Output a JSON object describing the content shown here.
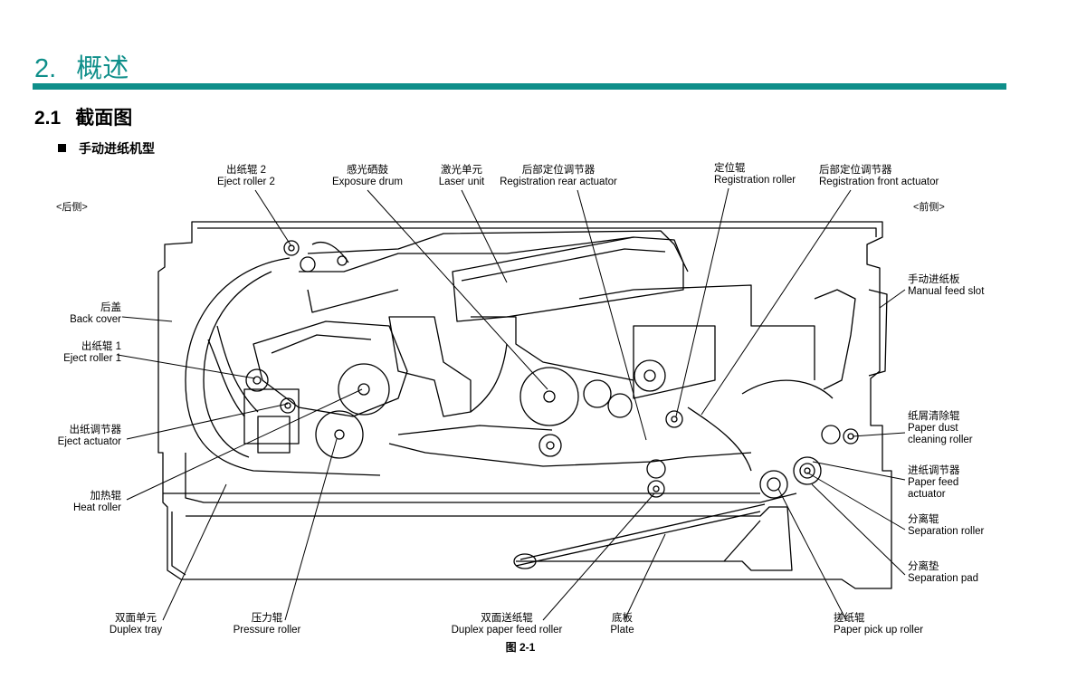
{
  "header": {
    "section_number": "2.",
    "section_title": "概述",
    "subsection_number": "2.1",
    "subsection_title": "截面图",
    "bullet_title": "手动进纸机型"
  },
  "orientation": {
    "rear": "<后侧>",
    "front": "<前侧>"
  },
  "labels": {
    "eject_roller_2": {
      "zh": "出纸辊 2",
      "en": "Eject roller 2"
    },
    "exposure_drum": {
      "zh": "感光硒鼓",
      "en": "Exposure drum"
    },
    "laser_unit": {
      "zh": "激光单元",
      "en": "Laser unit"
    },
    "registration_rear_actuator": {
      "zh": "后部定位调节器",
      "en": "Registration rear actuator"
    },
    "registration_roller": {
      "zh": "定位辊",
      "en": "Registration roller"
    },
    "registration_front_actuator": {
      "zh": "后部定位调节器",
      "en": "Registration front actuator"
    },
    "back_cover": {
      "zh": "后盖",
      "en": "Back cover"
    },
    "eject_roller_1": {
      "zh": "出纸辊 1",
      "en": "Eject roller 1"
    },
    "eject_actuator": {
      "zh": "出纸调节器",
      "en": "Eject actuator"
    },
    "heat_roller": {
      "zh": "加热辊",
      "en": "Heat roller"
    },
    "manual_feed_slot": {
      "zh": "手动进纸板",
      "en": "Manual feed slot"
    },
    "paper_dust_cleaning_roller": {
      "zh": "纸屑清除辊",
      "en1": "Paper dust",
      "en2": "cleaning roller"
    },
    "paper_feed_actuator": {
      "zh": "进纸调节器",
      "en1": "Paper feed",
      "en2": "actuator"
    },
    "separation_roller": {
      "zh": "分离辊",
      "en": "Separation roller"
    },
    "separation_pad": {
      "zh": "分离垫",
      "en": "Separation pad"
    },
    "duplex_tray": {
      "zh": "双面单元",
      "en": "Duplex tray"
    },
    "pressure_roller": {
      "zh": "压力辊",
      "en": "Pressure roller"
    },
    "duplex_paper_feed_roller": {
      "zh": "双面送纸辊",
      "en": "Duplex paper feed roller"
    },
    "plate": {
      "zh": "底板",
      "en": "Plate"
    },
    "paper_pick_up_roller": {
      "zh": "搓纸辊",
      "en": "Paper pick up roller"
    }
  },
  "figure_caption": "图 2-1"
}
